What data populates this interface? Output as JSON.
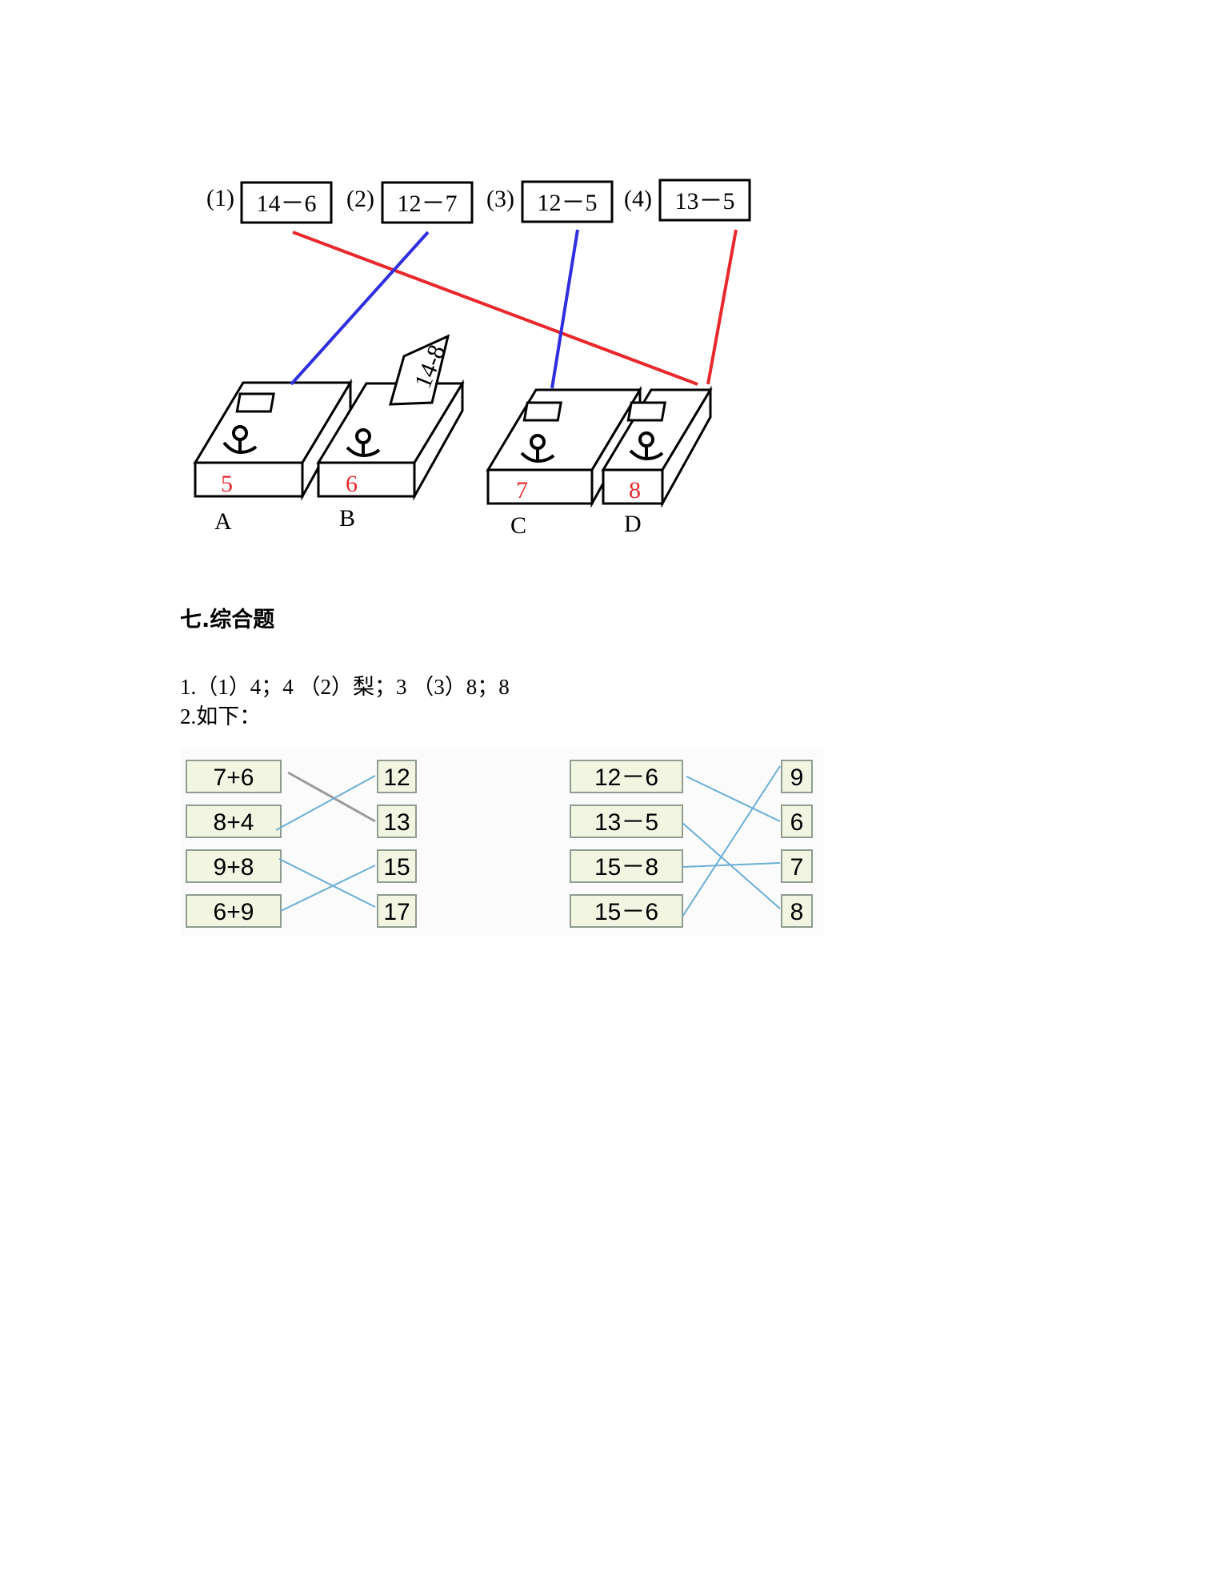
{
  "figure_top": {
    "prompts": [
      {
        "tag": "(1)",
        "expr": "14－6"
      },
      {
        "tag": "(2)",
        "expr": "12－7"
      },
      {
        "tag": "(3)",
        "expr": "12－5"
      },
      {
        "tag": "(4)",
        "expr": "13－5"
      }
    ],
    "boxes": [
      {
        "number": "5",
        "letter": "A"
      },
      {
        "number": "6",
        "letter": "B"
      },
      {
        "number": "7",
        "letter": "C"
      },
      {
        "number": "8",
        "letter": "D"
      }
    ],
    "card_label": "14-8",
    "colors": {
      "red": "#e8282c",
      "blue": "#2f2fe0",
      "number": "#e8282c"
    }
  },
  "section": {
    "title": "七.综合题",
    "answers": [
      "1.（1）4；4 （2）梨；3 （3）8；8",
      "2.如下："
    ]
  },
  "figure_bottom": {
    "left_exprs": [
      "7+6",
      "8+4",
      "9+8",
      "6+9"
    ],
    "left_results": [
      "12",
      "13",
      "15",
      "17"
    ],
    "right_exprs": [
      "12－6",
      "13－5",
      "15－8",
      "15－6"
    ],
    "right_results": [
      "9",
      "6",
      "7",
      "8"
    ],
    "colors": {
      "box_fill": "#f3f5e3",
      "box_border": "#8f9c8f",
      "line": "#6aaed6",
      "gray_line": "#9a9a9a"
    }
  }
}
